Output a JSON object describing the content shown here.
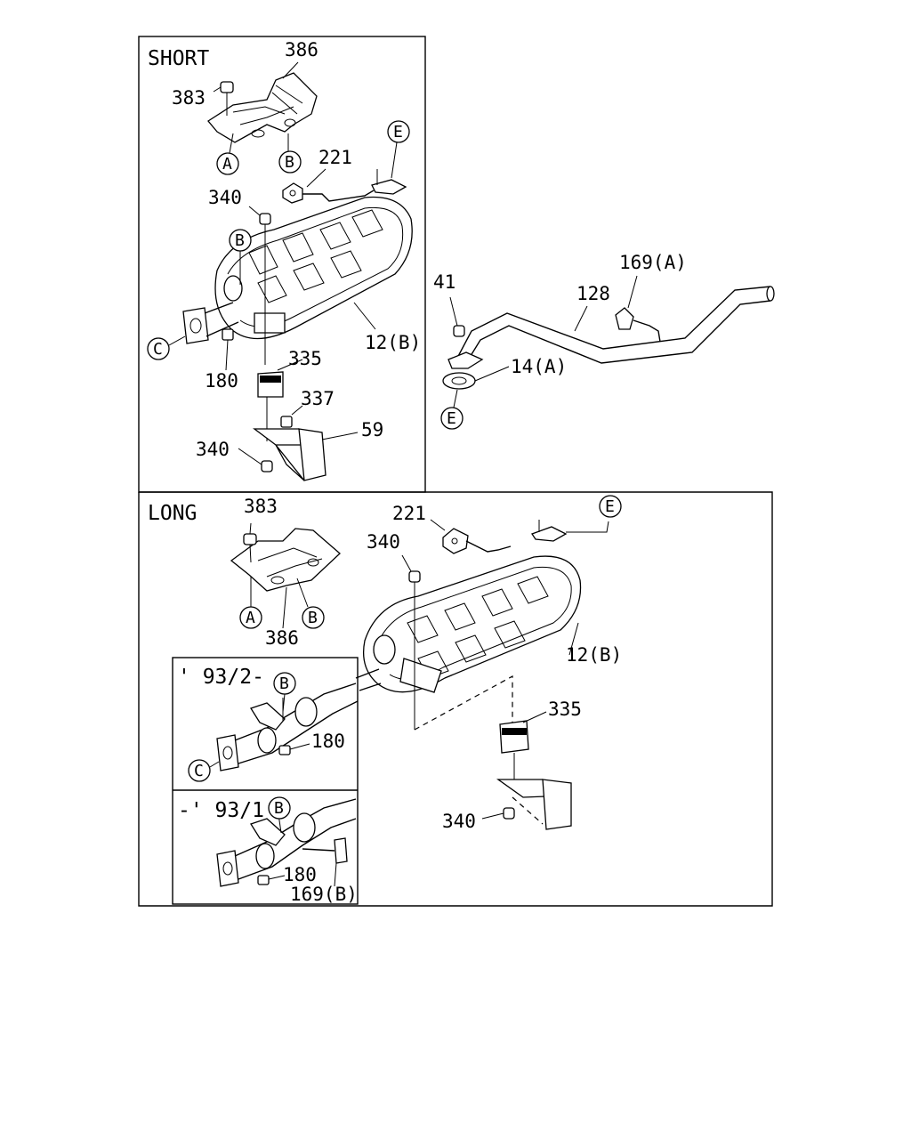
{
  "sections": {
    "short": "SHORT",
    "long": "LONG",
    "variant_late": "' 93/2-",
    "variant_early": "-' 93/1"
  },
  "labels": {
    "p386": "386",
    "p383": "383",
    "p221": "221",
    "p340": "340",
    "p12b": "12(B)",
    "p180": "180",
    "p335": "335",
    "p337": "337",
    "p59": "59",
    "p41": "41",
    "p128": "128",
    "p169a": "169(A)",
    "p14a": "14(A)",
    "p169b": "169(B)"
  },
  "callouts": {
    "a": "A",
    "b": "B",
    "c": "C",
    "e": "E"
  }
}
